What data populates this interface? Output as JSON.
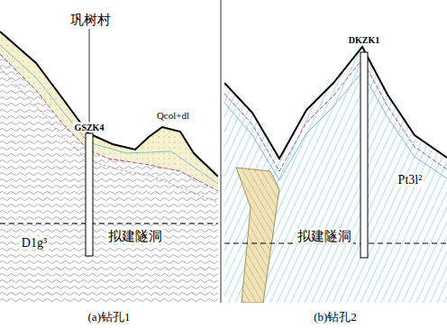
{
  "diagram": {
    "labels": [
      "巩树村",
      "GSZK4",
      "Qcol+dl",
      "D1g³",
      "拟建隧洞",
      "(a)钻孔1",
      "DKZK1",
      "Pt3l²",
      "拟建隧洞",
      "(b)钻孔2"
    ]
  }
}
